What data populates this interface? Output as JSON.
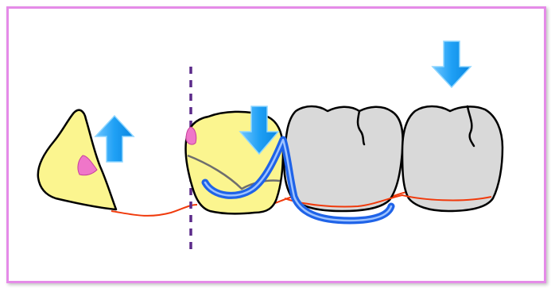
{
  "diagram": {
    "colors": {
      "frame_border": "#e58be8",
      "treated_tooth_fill": "#fbf58f",
      "natural_tooth_fill": "#d9d9d9",
      "outline": "#000000",
      "gingiva_line": "#f03a0c",
      "clasp_wire": "#1f63e8",
      "clasp_wire_highlight": "#9ec3ff",
      "arrow": "#1fa0f5",
      "arrow_highlight": "#7fd0ff",
      "pink_spot": "#ef76c9",
      "dashed_axis": "#5b2a8a",
      "inner_groove": "#6e6e6e"
    },
    "arrows": [
      {
        "name": "upward-force-arrow",
        "direction": "up"
      },
      {
        "name": "downward-force-arrow-abutment",
        "direction": "down"
      },
      {
        "name": "downward-force-arrow-molar",
        "direction": "down"
      }
    ],
    "elements": [
      "residual-root-fragment",
      "abutment-tooth",
      "first-molar",
      "second-molar",
      "gingival-line",
      "clasp-wire",
      "dashed-axis-line"
    ]
  }
}
